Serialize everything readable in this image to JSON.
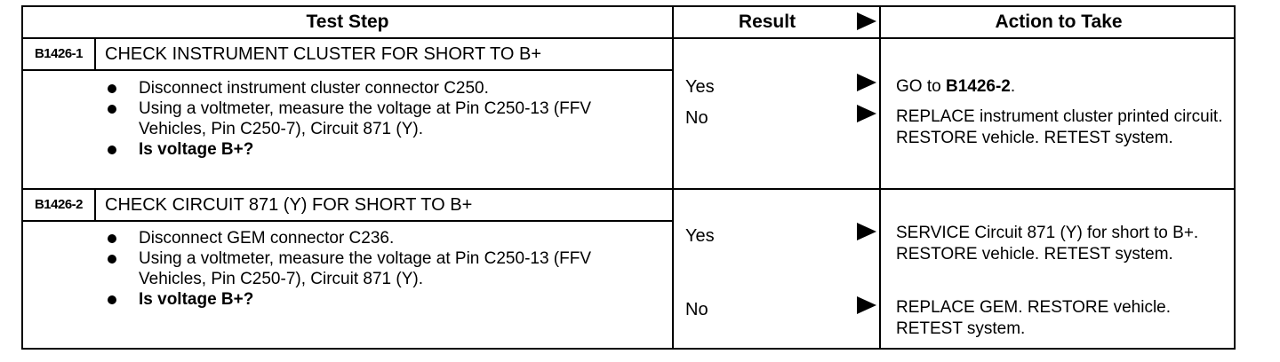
{
  "header": {
    "test_step": "Test Step",
    "result": "Result",
    "action": "Action to Take"
  },
  "steps": [
    {
      "code": "B1426-1",
      "title": "CHECK INSTRUMENT CLUSTER FOR SHORT TO B+",
      "bullets": [
        "Disconnect instrument cluster connector C250.",
        "Using a voltmeter, measure the voltage at Pin C250-13 (FFV Vehicles, Pin C250-7), Circuit 871 (Y).",
        "Is voltage B+?"
      ],
      "results": [
        {
          "result": "Yes",
          "action_prefix": "GO to ",
          "action_bold": "B1426-2",
          "action_suffix": "."
        },
        {
          "result": "No",
          "action_prefix": "REPLACE instrument cluster printed circuit. RESTORE vehicle. RETEST system.",
          "action_bold": "",
          "action_suffix": ""
        }
      ]
    },
    {
      "code": "B1426-2",
      "title": "CHECK CIRCUIT 871 (Y) FOR SHORT TO B+",
      "bullets": [
        "Disconnect GEM connector C236.",
        "Using a voltmeter, measure the voltage at Pin C250-13 (FFV Vehicles, Pin C250-7), Circuit 871 (Y).",
        "Is voltage B+?"
      ],
      "results": [
        {
          "result": "Yes",
          "action_prefix": "SERVICE Circuit 871 (Y) for short to B+. RESTORE vehicle. RETEST system.",
          "action_bold": "",
          "action_suffix": ""
        },
        {
          "result": "No",
          "action_prefix": "REPLACE GEM. RESTORE vehicle. RETEST system.",
          "action_bold": "",
          "action_suffix": ""
        }
      ]
    }
  ]
}
